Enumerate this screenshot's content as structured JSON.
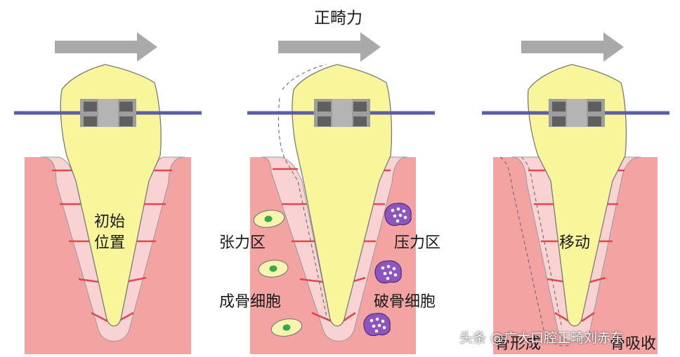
{
  "title": "正畸力",
  "panels": [
    {
      "name": "initial",
      "label_line1": "初始",
      "label_line2": "位置"
    },
    {
      "name": "force"
    },
    {
      "name": "moved",
      "label": "移动"
    }
  ],
  "zones": {
    "tension": "张力区",
    "pressure": "压力区",
    "osteoblast": "成骨细胞",
    "osteoclast": "破骨细胞",
    "bone_formation": "骨形成",
    "bone_resorption": "骨吸收"
  },
  "watermark": "头条 @广大口腔正畸刘赤东",
  "colors": {
    "background": "#ffffff",
    "bone": "#f4a3a3",
    "ligament": "#f9d3d3",
    "ligament_fibers": "#e0484a",
    "tooth": "#f8f59b",
    "tooth_outline": "#7a7a7a",
    "wire": "#5b5ea6",
    "bracket_dark": "#5f5f5f",
    "bracket_light": "#9e9e9e",
    "arrow": "#a9a9a9",
    "osteoblast_body": "#f6f4b0",
    "osteoblast_nucleus": "#3aa64a",
    "osteoclast_body": "#8e55c0",
    "osteoclast_nucleus": "#ffffff"
  }
}
